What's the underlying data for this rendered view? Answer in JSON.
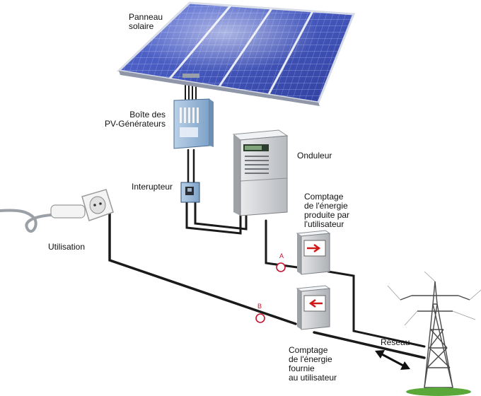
{
  "labels": {
    "panneau": "Panneau\nsolaire",
    "boite": "Boîte des\nPV-Générateurs",
    "interupteur": "Interupteur",
    "onduleur": "Onduleur",
    "utilisation": "Utilisation",
    "comptage_produite": "Comptage\nde l'énergie\nproduite par\nl'utilisateur",
    "comptage_fournie": "Comptage\nde l'énergie\nfournie\nau utilisateur",
    "reseau": "Réseau",
    "point_a": "A",
    "point_b": "B"
  },
  "colors": {
    "panel_blue": "#3a4fb8",
    "cable": "#1a1a1a",
    "box_blue": "#8fb2d6",
    "marker_red": "#c8102e",
    "ground_green": "#5aa83a"
  },
  "icons": {
    "meter_produced_arrow": "arrow-right",
    "meter_supplied_arrow": "arrow-left",
    "reseau_arrow": "double-arrow"
  }
}
